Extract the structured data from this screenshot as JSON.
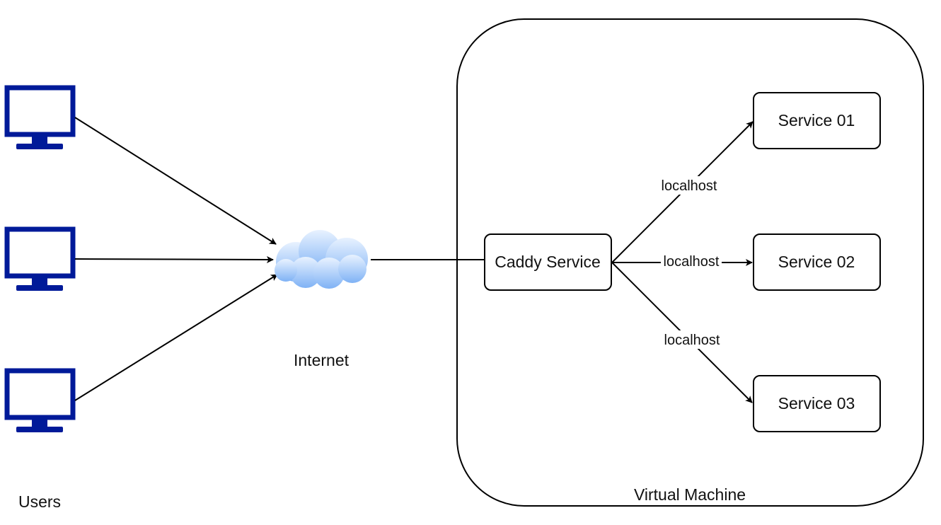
{
  "colors": {
    "monitor": "#001a99",
    "cloud_light": "#e8f2ff",
    "cloud_dark": "#7fb2f5",
    "stroke": "#000000"
  },
  "users": {
    "label": "Users",
    "monitors": [
      {
        "icon": "monitor-icon"
      },
      {
        "icon": "monitor-icon"
      },
      {
        "icon": "monitor-icon"
      }
    ]
  },
  "internet": {
    "label": "Internet",
    "icon": "cloud-icon"
  },
  "virtual_machine": {
    "label": "Virtual Machine"
  },
  "caddy": {
    "label": "Caddy Service"
  },
  "services": [
    {
      "label": "Service 01"
    },
    {
      "label": "Service 02"
    },
    {
      "label": "Service 03"
    }
  ],
  "edges": [
    {
      "label": "localhost"
    },
    {
      "label": "localhost"
    },
    {
      "label": "localhost"
    }
  ]
}
